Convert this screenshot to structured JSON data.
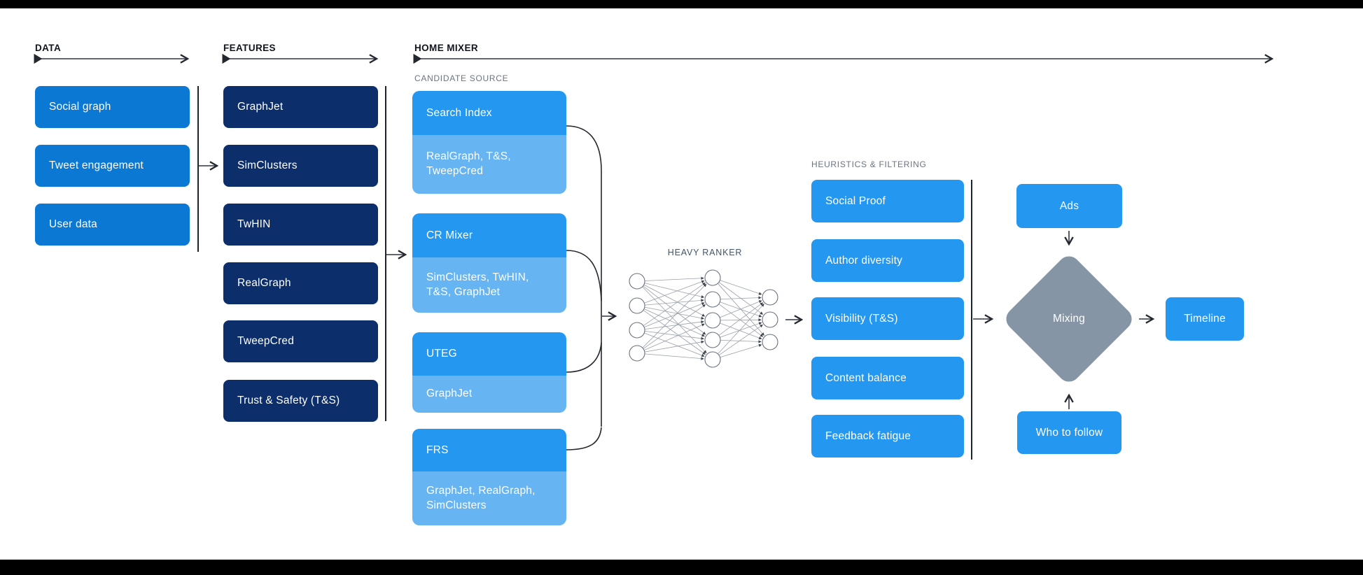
{
  "header_bars": {
    "data": "DATA",
    "features": "FEATURES",
    "home_mixer": "HOME MIXER"
  },
  "colors": {
    "data_box_blue": "#0b79d4",
    "feature_box_navy": "#0c2f6b",
    "candidate_main_blue": "#2497f0",
    "candidate_sub_blue": "#66b4f2",
    "heuristic_blue": "#2497f0",
    "mixing_diamond_gray": "#8695a6",
    "section_label_gray": "#6a7482",
    "heavy_ranker_label_color": "#44546a",
    "connector_line": "#23272e"
  },
  "data_column": {
    "boxes": [
      "Social graph",
      "Tweet engagement",
      "User data"
    ]
  },
  "features_column": {
    "boxes": [
      "GraphJet",
      "SimClusters",
      "TwHIN",
      "RealGraph",
      "TweepCred",
      "Trust & Safety (T&S)"
    ]
  },
  "candidate_source": {
    "label": "CANDIDATE SOURCE",
    "groups": [
      {
        "main": "Search Index",
        "sub": "RealGraph, T&S,\nTweepCred"
      },
      {
        "main": "CR Mixer",
        "sub": "SimClusters, TwHIN,\nT&S, GraphJet"
      },
      {
        "main": "UTEG",
        "sub": "GraphJet"
      },
      {
        "main": "FRS",
        "sub": "GraphJet, RealGraph,\nSimClusters"
      }
    ]
  },
  "heavy_ranker": {
    "label": "HEAVY RANKER"
  },
  "heuristics": {
    "label": "HEURISTICS & FILTERING",
    "boxes": [
      "Social Proof",
      "Author diversity",
      "Visibility (T&S)",
      "Content balance",
      "Feedback fatigue"
    ]
  },
  "output_flow": {
    "ads": "Ads",
    "mixing": "Mixing",
    "who_to_follow": "Who to follow",
    "timeline": "Timeline"
  }
}
